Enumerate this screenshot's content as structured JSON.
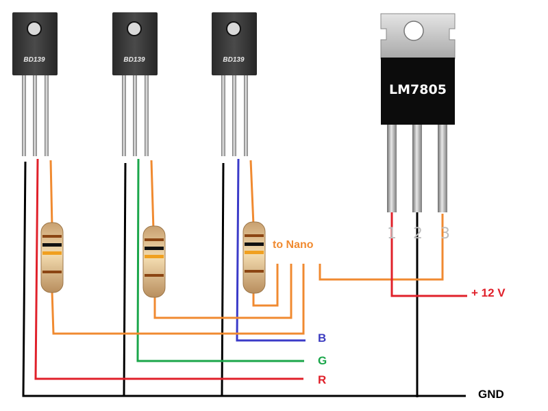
{
  "transistors": [
    {
      "label": "BD139"
    },
    {
      "label": "BD139"
    },
    {
      "label": "BD139"
    }
  ],
  "regulator": {
    "label": "LM7805",
    "pins": [
      "1",
      "2",
      "3"
    ]
  },
  "labels": {
    "nano": "to Nano",
    "b": "B",
    "g": "G",
    "r": "R",
    "v12": "+ 12 V",
    "gnd": "GND"
  },
  "colors": {
    "black": "#000000",
    "red": "#e0202a",
    "orange": "#f08a30",
    "green": "#1aa64a",
    "blue": "#3a3ac8",
    "b_label": "#3c3cc0",
    "g_label": "#1aa64a",
    "r_label": "#e0202a"
  }
}
